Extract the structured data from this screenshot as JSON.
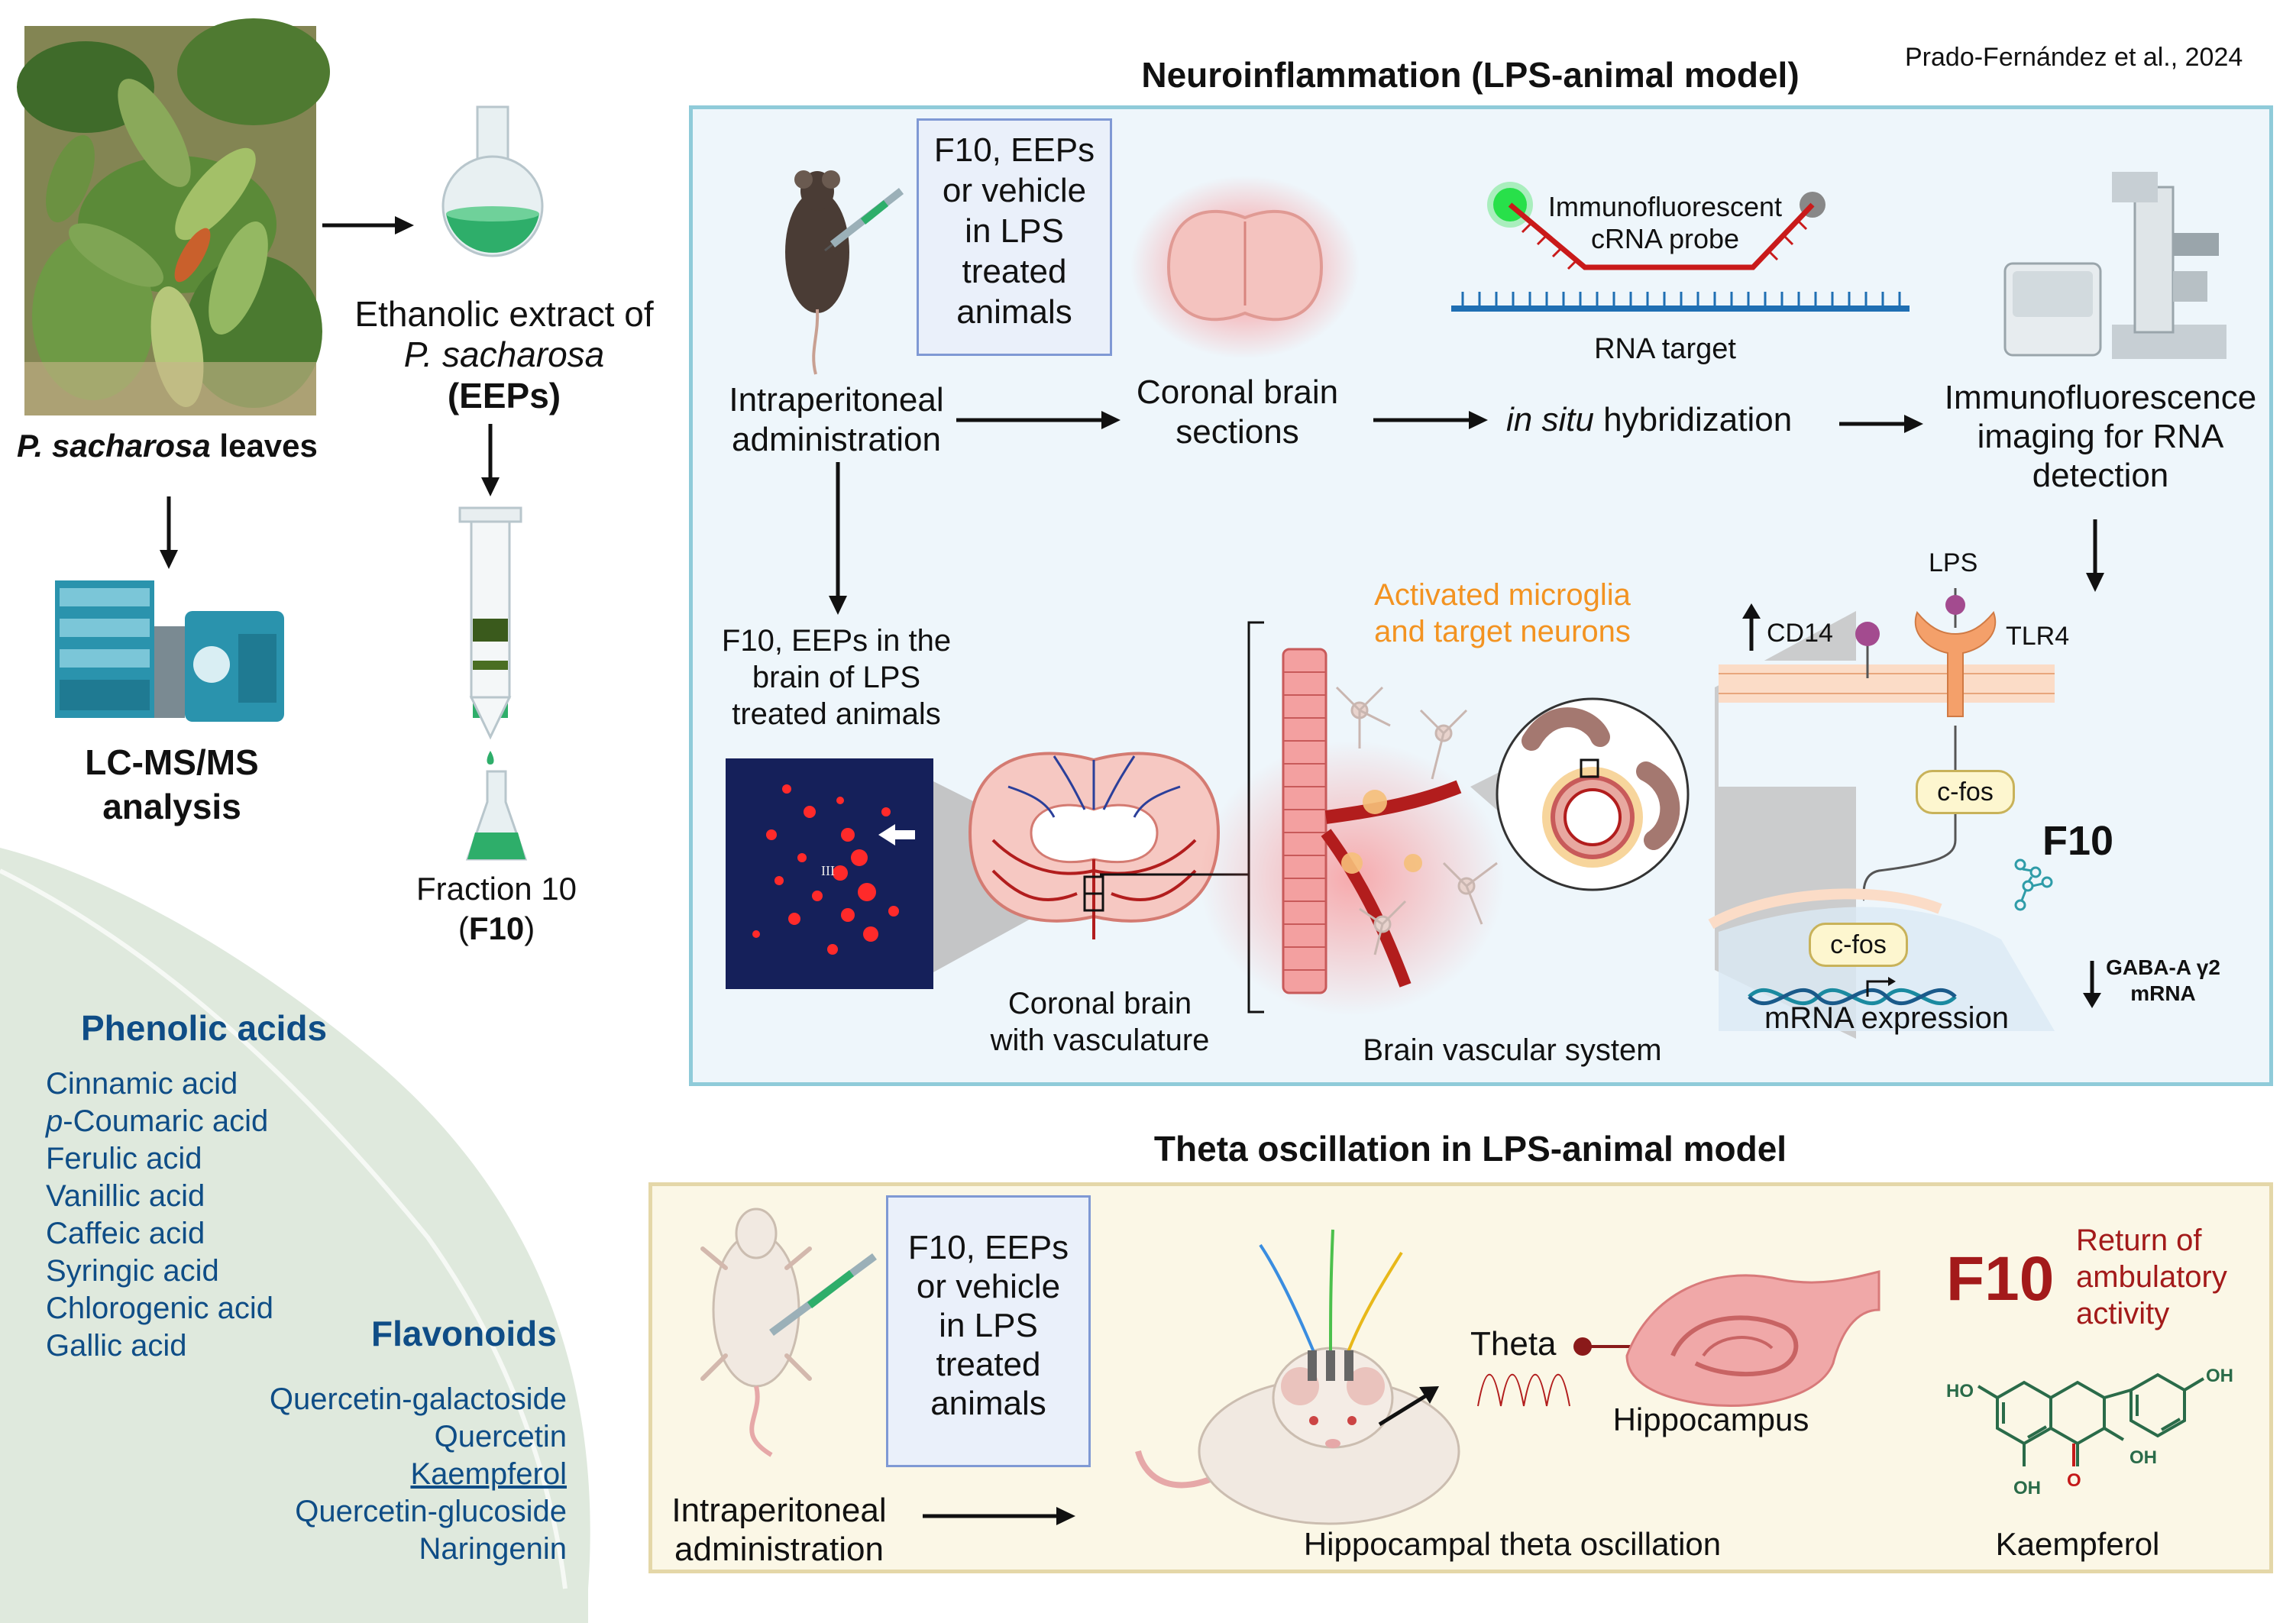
{
  "citation": "Prado-Fernández et al., 2024",
  "left": {
    "leaves_label_italic": "P. sacharosa",
    "leaves_label_rest": " leaves",
    "extract_line1": "Ethanolic extract of",
    "extract_line2": "P. sacharosa",
    "extract_line3": "(EEPs)",
    "lcms_line1": "LC-MS/MS",
    "lcms_line2": "analysis",
    "fraction_line1": "Fraction 10",
    "fraction_line2_open": "(",
    "fraction_line2_bold": "F10",
    "fraction_line2_close": ")"
  },
  "leaf": {
    "phenolic_title": "Phenolic acids",
    "phenolic_items": [
      "Cinnamic acid",
      "-Coumaric acid",
      "Ferulic acid",
      "Vanillic acid",
      "Caffeic acid",
      "Syringic acid",
      "Chlorogenic acid",
      "Gallic acid"
    ],
    "p_prefix": "p",
    "flavonoids_title": "Flavonoids",
    "flavonoid_items": [
      "Quercetin-galactoside",
      "Quercetin",
      "Kaempferol",
      "Quercetin-glucoside",
      "Naringenin"
    ]
  },
  "top_panel": {
    "title": "Neuroinflammation (LPS-animal model)",
    "treatment_box": [
      "F10, EEPs",
      "or vehicle",
      "in  LPS",
      "treated",
      "animals"
    ],
    "ip_admin": [
      "Intraperitoneal",
      "administration"
    ],
    "coronal_sections": [
      "Coronal brain",
      "sections"
    ],
    "probe_label": [
      "Immunofluorescent",
      "cRNA probe"
    ],
    "rna_target": "RNA target",
    "ish_italic": "in situ",
    "ish_rest": " hybridization",
    "imaging": [
      "Immunofluorescence",
      "imaging for RNA",
      "detection"
    ],
    "brain_lps": [
      "F10, EEPs in the",
      "brain of LPS",
      "treated animals"
    ],
    "micrograph_label": "III",
    "activated": [
      "Activated microglia",
      "and target neurons"
    ],
    "coronal_vasc": [
      "Coronal brain",
      "with vasculature"
    ],
    "vascular_system": "Brain vascular system",
    "lps": "LPS",
    "cd14": "CD14",
    "tlr4": "TLR4",
    "cfos": "c-fos",
    "f10": "F10",
    "mrna_expression": "mRNA expression",
    "gaba": [
      "GABA-A γ2",
      "mRNA"
    ]
  },
  "bottom_panel": {
    "title": "Theta oscillation in  LPS-animal model",
    "treatment_box": [
      "F10, EEPs",
      "or vehicle",
      "in  LPS",
      "treated",
      "animals"
    ],
    "ip_admin": [
      "Intraperitoneal",
      "administration"
    ],
    "hippo_theta": "Hippocampal theta oscillation",
    "theta": "Theta",
    "hippocampus": "Hippocampus",
    "f10": "F10",
    "return": [
      "Return of",
      "ambulatory",
      "activity"
    ],
    "kaempferol": "Kaempferol",
    "chem_labels": [
      "HO",
      "OH",
      "OH",
      "OH",
      "O"
    ]
  },
  "colors": {
    "phenolic_blue": "#0f4d86",
    "orange": "#f39321",
    "dark_red": "#a31a1a",
    "panel_top_border": "#8fcbd9",
    "panel_bot_border": "#e4d7a8"
  }
}
